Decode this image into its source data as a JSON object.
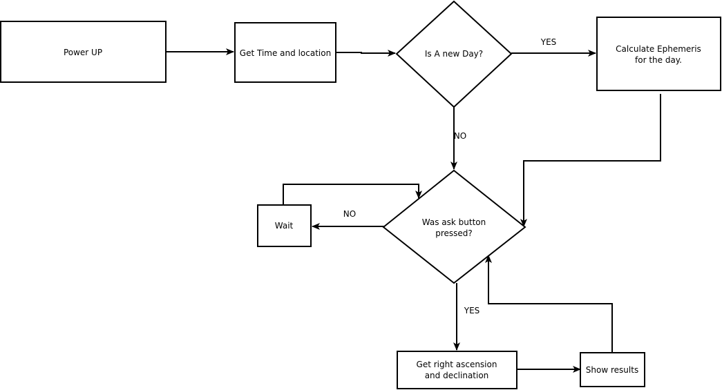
{
  "nodes": {
    "power_up": {
      "lines": [
        "Power UP"
      ]
    },
    "get_time": {
      "lines": [
        "Get Time and location"
      ]
    },
    "new_day": {
      "lines": [
        "Is A new Day?"
      ]
    },
    "calc_ephem": {
      "lines": [
        "Calculate Ephemeris",
        "for the day."
      ]
    },
    "ask_button": {
      "lines": [
        "Was ask button",
        "pressed?"
      ]
    },
    "wait": {
      "lines": [
        "Wait"
      ]
    },
    "get_ra": {
      "lines": [
        "Get right ascension",
        "and declination"
      ]
    },
    "show_results": {
      "lines": [
        "Show results"
      ]
    }
  },
  "edge_labels": {
    "yes_new_day": "YES",
    "no_new_day": "NO",
    "no_ask": "NO",
    "yes_ask": "YES"
  }
}
